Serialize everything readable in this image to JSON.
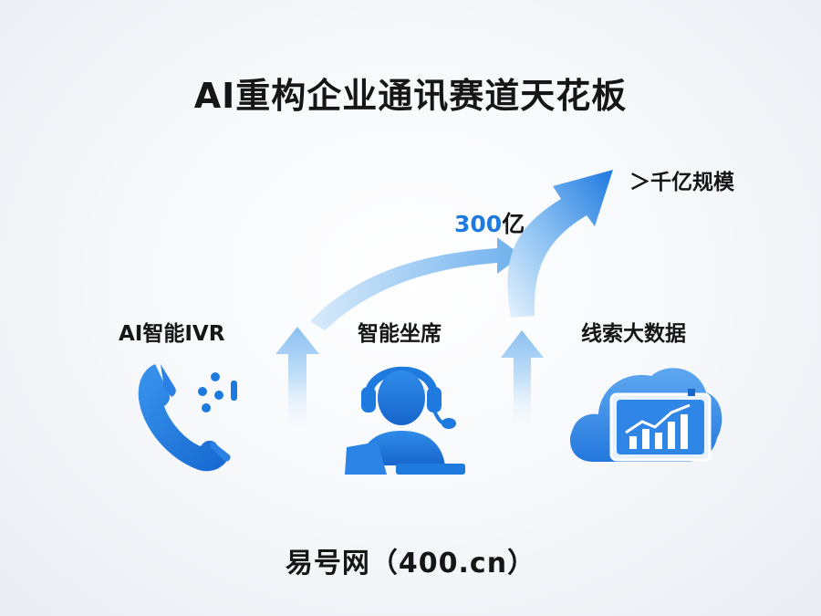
{
  "title": "AI重构企业通讯赛道天花板",
  "nodes": [
    {
      "label": "AI智能IVR",
      "icon": "phone-icon"
    },
    {
      "label": "智能坐席",
      "icon": "headset-agent-icon"
    },
    {
      "label": "线索大数据",
      "icon": "cloud-chart-icon"
    }
  ],
  "milestone": {
    "number": "300",
    "unit": "亿"
  },
  "target": "＞千亿规模",
  "footer": "易号网（400.cn）",
  "colors": {
    "accent": "#1f7ae0",
    "arrow_light": "#d6eafb",
    "arrow_dark": "#1f7ae0"
  }
}
